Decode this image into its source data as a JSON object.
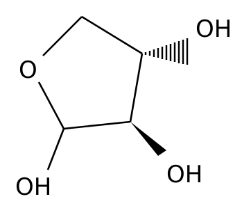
{
  "molecule": {
    "atoms": {
      "ring_oxygen": "O",
      "hydroxyl_top_right": "OH",
      "hydroxyl_bottom_center": "OH",
      "hydroxyl_bottom_left": "OH"
    },
    "stereo_bonds": {
      "c3_oh": "hashed-wedge",
      "c2_oh": "solid-wedge"
    },
    "colors": {
      "ink": "#000000",
      "background": "#ffffff"
    }
  }
}
